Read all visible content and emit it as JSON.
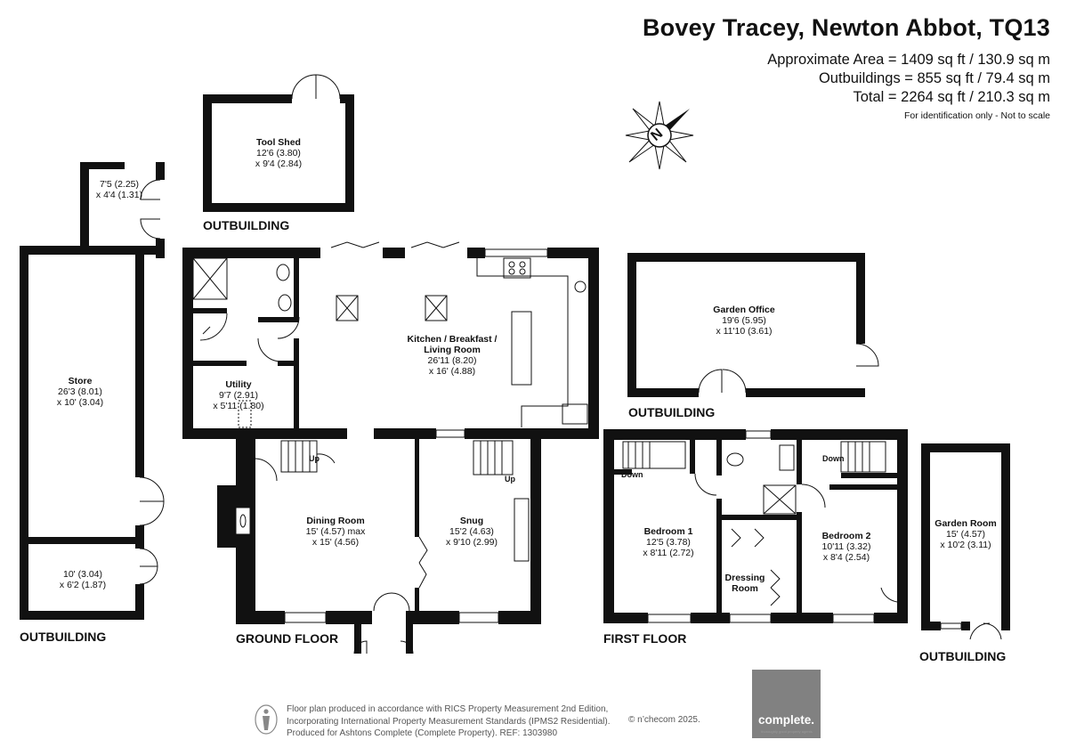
{
  "header": {
    "title": "Bovey Tracey, Newton Abbot, TQ13",
    "approx_area": "Approximate Area = 1409 sq ft / 130.9 sq m",
    "outbuildings": "Outbuildings = 855 sq ft / 79.4 sq m",
    "total": "Total = 2264 sq ft / 210.3 sq m",
    "note": "For identification only - Not to scale"
  },
  "compass": {
    "label": "N"
  },
  "floor_labels": {
    "ground": "GROUND FLOOR",
    "first": "FIRST FLOOR",
    "outbuilding_tool_shed": "OUTBUILDING",
    "outbuilding_store": "OUTBUILDING",
    "outbuilding_office": "OUTBUILDING",
    "outbuilding_garden_room": "OUTBUILDING"
  },
  "rooms": {
    "tool_shed": {
      "name": "Tool Shed",
      "dim1": "12'6 (3.80)",
      "dim2": "x 9'4 (2.84)"
    },
    "small_store": {
      "dim1": "7'5 (2.25)",
      "dim2": "x 4'4 (1.31)"
    },
    "store": {
      "name": "Store",
      "dim1": "26'3 (8.01)",
      "dim2": "x 10' (3.04)"
    },
    "store_lower": {
      "dim1": "10' (3.04)",
      "dim2": "x 6'2 (1.87)"
    },
    "utility": {
      "name": "Utility",
      "dim1": "9'7 (2.91)",
      "dim2": "x 5'11 (1.80)"
    },
    "kitchen": {
      "name1": "Kitchen / Breakfast /",
      "name2": "Living Room",
      "dim1": "26'11 (8.20)",
      "dim2": "x 16' (4.88)"
    },
    "dining": {
      "name": "Dining Room",
      "dim1": "15' (4.57) max",
      "dim2": "x 15' (4.56)"
    },
    "snug": {
      "name": "Snug",
      "dim1": "15'2 (4.63)",
      "dim2": "x 9'10 (2.99)"
    },
    "garden_office": {
      "name": "Garden Office",
      "dim1": "19'6 (5.95)",
      "dim2": "x 11'10 (3.61)"
    },
    "bedroom1": {
      "name": "Bedroom 1",
      "dim1": "12'5 (3.78)",
      "dim2": "x 8'11 (2.72)"
    },
    "dressing": {
      "name1": "Dressing",
      "name2": "Room"
    },
    "bedroom2": {
      "name": "Bedroom 2",
      "dim1": "10'11 (3.32)",
      "dim2": "x 8'4 (2.54)"
    },
    "garden_room": {
      "name": "Garden Room",
      "dim1": "15' (4.57)",
      "dim2": "x 10'2 (3.11)"
    }
  },
  "stair_labels": {
    "ground_up_1": "Up",
    "ground_up_2": "Up",
    "first_down_1": "Down",
    "first_down_2": "Down"
  },
  "footer": {
    "line1": "Floor plan produced in accordance with RICS Property Measurement 2nd Edition,",
    "line2": "Incorporating International Property Measurement Standards (IPMS2 Residential).",
    "line3": "Produced for Ashtons Complete (Complete Property).   REF:  1303980",
    "copyright": "© n’checom 2025.",
    "logo": "complete.",
    "logo_tagline": "thoroughly good property agents"
  },
  "colors": {
    "wall": "#111111",
    "logo_bg": "#818181",
    "text": "#111111"
  }
}
